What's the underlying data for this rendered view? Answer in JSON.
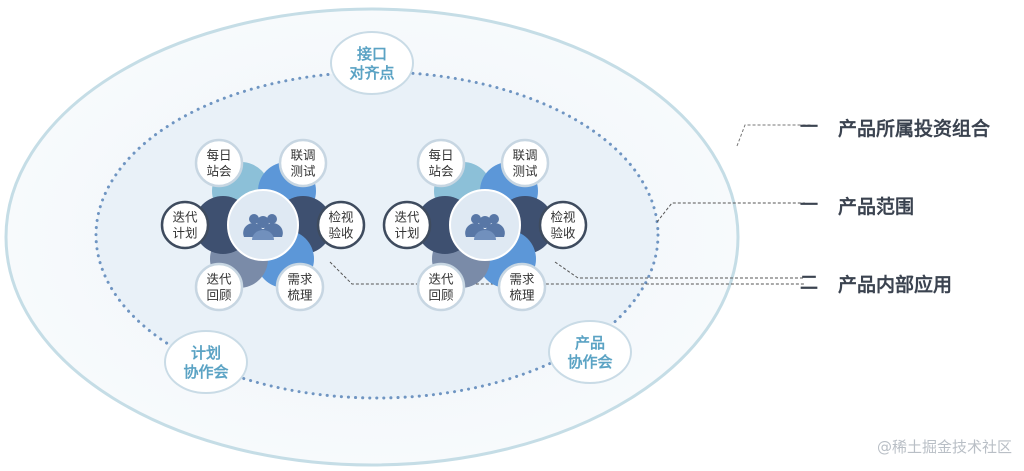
{
  "outer_nodes": {
    "top": [
      "接口",
      "对齐点"
    ],
    "bottom_left": [
      "计划",
      "协作会"
    ],
    "bottom_right": [
      "产品",
      "协作会"
    ]
  },
  "cluster_items": [
    {
      "key": "daily",
      "lines": [
        "每日",
        "站会"
      ],
      "petal": "#8cc0d8"
    },
    {
      "key": "integration",
      "lines": [
        "联调",
        "测试"
      ],
      "petal": "#5c97d8"
    },
    {
      "key": "review",
      "lines": [
        "检视",
        "验收"
      ],
      "petal": "#3e5070"
    },
    {
      "key": "requirements",
      "lines": [
        "需求",
        "梳理"
      ],
      "petal": "#5c97d8"
    },
    {
      "key": "retro",
      "lines": [
        "迭代",
        "回顾"
      ],
      "petal": "#7a8ba8"
    },
    {
      "key": "planning",
      "lines": [
        "迭代",
        "计划"
      ],
      "petal": "#3e5070"
    }
  ],
  "legend": [
    {
      "mark": "一",
      "label": "产品所属投资组合"
    },
    {
      "mark": "一",
      "label": "产品范围"
    },
    {
      "mark": "二",
      "label": "产品内部应用"
    }
  ],
  "watermark": "@稀土掘金技术社区",
  "colors": {
    "outer_stroke": "#c5dde6",
    "dots": "#6f95c2",
    "node_text": "#5ba3c4",
    "center_fill": "#dfe9f3",
    "icon": "#5877a6"
  }
}
